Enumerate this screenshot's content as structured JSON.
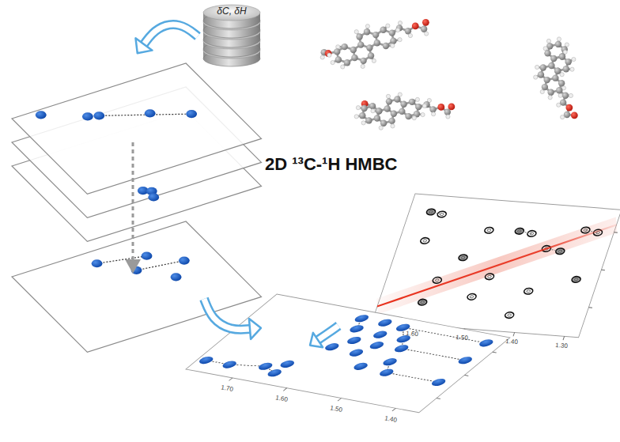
{
  "diagram": {
    "title": "2D ¹³C-¹H HMBC",
    "labels": [
      "δC, δH",
      "1.60",
      "1.50",
      "1.40",
      "1.30",
      "1.70",
      "1.60",
      "1.50",
      "1.40"
    ]
  }
}
